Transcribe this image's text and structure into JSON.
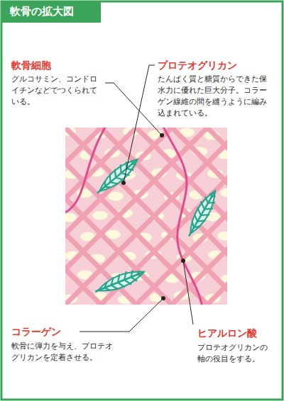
{
  "diagram": {
    "title": "軟骨の拡大図",
    "labels": [
      "軟骨細胞",
      "グルコサミン、コンドロイチンなどでつくられている。",
      "プロテオグリカン",
      "たんぱく質と糖質からできた保水力に優れた巨大分子。コラーゲン線維の間を縫うように編み込まれている。",
      "コラーゲン",
      "軟骨に弾力を与え、プロテオグリカンを定着させる。",
      "ヒアルロン酸",
      "プロテオグリカンの軸の役目をする。"
    ]
  }
}
